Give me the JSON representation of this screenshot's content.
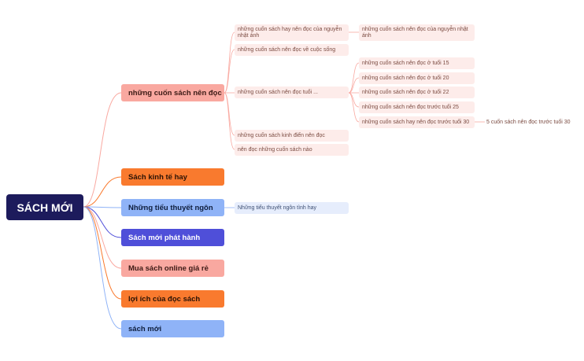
{
  "root": {
    "label": "SÁCH MỚI"
  },
  "branches": [
    {
      "label": "những cuốn sách nên đọc"
    },
    {
      "label": "Sách kinh tế hay"
    },
    {
      "label": "Những tiểu thuyết ngôn"
    },
    {
      "label": "Sách mới phát hành"
    },
    {
      "label": "Mua sách online giá rẻ"
    },
    {
      "label": "lợi ích của đọc sách"
    },
    {
      "label": "sách mới"
    }
  ],
  "sub_books": [
    {
      "label": "những cuốn sách hay nên đọc của nguyễn nhật ánh"
    },
    {
      "label": "những cuốn sách nên đọc về cuộc sống"
    },
    {
      "label": "những cuốn sách nên đọc tuổi ..."
    },
    {
      "label": "những cuốn sách kinh điển nên đọc"
    },
    {
      "label": "nên đọc những cuốn sách nào"
    }
  ],
  "sub_nna": {
    "label": "những cuốn sách nên đọc của nguyễn nhật ánh"
  },
  "sub_age": [
    {
      "label": "những cuốn sách nên đọc ở tuổi 15"
    },
    {
      "label": "những cuốn sách nên đọc ở tuổi 20"
    },
    {
      "label": "những cuốn sách nên đọc ở tuổi 22"
    },
    {
      "label": "những cuốn sách nên đọc trước tuổi 25"
    },
    {
      "label": "những cuốn sách hay nên đọc trước tuổi 30"
    }
  ],
  "sub_30": {
    "label": "5 cuốn sách nên đọc trước tuổi 30"
  },
  "sub_novel": {
    "label": "Những tiểu thuyết ngôn tình hay"
  },
  "colors": {
    "root": "#1d1b5c",
    "salmon": "#f9a8a0",
    "orange": "#f97a2e",
    "light_blue": "#8fb3f7",
    "indigo": "#4f4fd9",
    "pale_pink": "#fdecea",
    "pale_blue": "#e6edfc"
  }
}
